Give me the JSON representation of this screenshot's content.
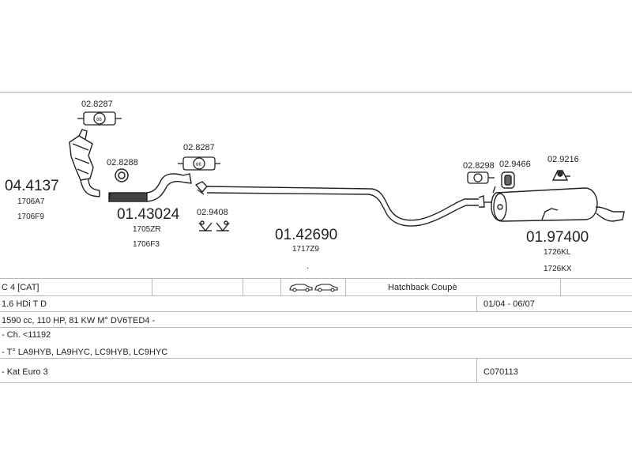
{
  "parts": [
    {
      "key": "cat",
      "code": "04.4137",
      "refs": [
        "1706A7",
        "1706F9"
      ]
    },
    {
      "key": "front",
      "code": "01.43024",
      "refs": [
        "1705ZR",
        "1706F3"
      ]
    },
    {
      "key": "mid",
      "code": "01.42690",
      "refs": [
        "1717Z9"
      ]
    },
    {
      "key": "rear",
      "code": "01.97400",
      "refs": [
        "1726KL",
        "1726KX"
      ]
    }
  ],
  "small_parts": {
    "clamp_top": "02.8287",
    "gasket": "02.8288",
    "clamp_mid": "02.8287",
    "hangers": "02.9408",
    "clamp_rear": "02.8298",
    "rubber": "02.9466",
    "bracket": "02.9216"
  },
  "clamp_badge": "66",
  "mid_dot": ".",
  "table": {
    "model": "C 4  [CAT]",
    "body": "Hatchback Coupè",
    "engine": "1.6 HDi T D",
    "years": "01/04 - 06/07",
    "spec": "1590 cc, 110 HP, 81 KW M° DV6TED4 -",
    "chassis": "- Ch. <11192",
    "types": "- T° LA9HYB, LA9HYC, LC9HYB, LC9HYC",
    "norm": "- Kat Euro 3",
    "catalog": "C070113"
  },
  "colors": {
    "ink": "#222222",
    "grid": "#b9b9b9",
    "pipe_fill": "#ffffff"
  }
}
